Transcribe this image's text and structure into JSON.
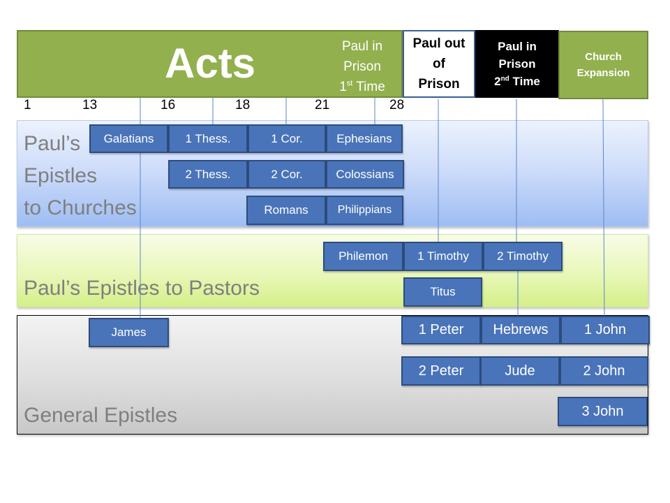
{
  "header": {
    "acts_title": "Acts",
    "acts_prison_line1": "Paul in",
    "acts_prison_line2": "Prison",
    "acts_prison_num": "1",
    "acts_prison_sup": "st",
    "acts_prison_tail": " Time",
    "out_of_prison_line1": "Paul out",
    "out_of_prison_line2": "of",
    "out_of_prison_line3": "Prison",
    "in_prison2_line1": "Paul in",
    "in_prison2_line2": "Prison",
    "in_prison2_num": "2",
    "in_prison2_sup": "nd",
    "in_prison2_tail": " Time",
    "expansion_line1": "Church",
    "expansion_line2": "Expansion"
  },
  "chapters": [
    "1",
    "13",
    "16",
    "18",
    "21",
    "28"
  ],
  "bands": {
    "churches_line1": "Paul’s",
    "churches_line2": "Epistles",
    "churches_line3": "to Churches",
    "pastors": "Paul’s Epistles to Pastors",
    "general": "General Epistles"
  },
  "books": {
    "galatians": "Galatians",
    "thess1": "1 Thess.",
    "cor1": "1 Cor.",
    "ephesians": "Ephesians",
    "thess2": "2 Thess.",
    "cor2": "2 Cor.",
    "colossians": "Colossians",
    "romans": "Romans",
    "philippians": "Philippians",
    "philemon": "Philemon",
    "timothy1": "1 Timothy",
    "timothy2": "2 Timothy",
    "titus": "Titus",
    "james": "James",
    "peter1": "1 Peter",
    "hebrews": "Hebrews",
    "john1": "1 John",
    "peter2": "2 Peter",
    "jude": "Jude",
    "john2": "2 John",
    "john3": "3 John"
  },
  "colors": {
    "acts_green": "#93b04f",
    "book_blue": "#4a74b9",
    "line_blue": "#5b86c5",
    "label_gray": "#7f7f7f"
  }
}
